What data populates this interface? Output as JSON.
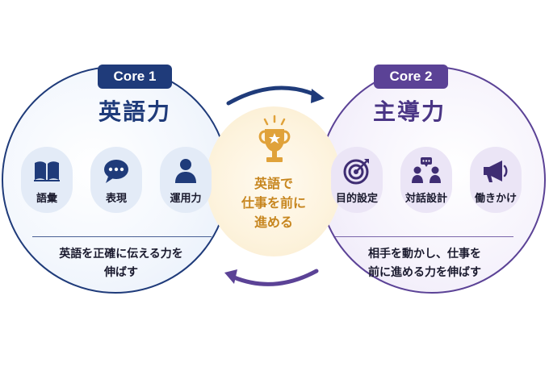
{
  "core1": {
    "badge": "Core 1",
    "title": "英語力",
    "skills": [
      {
        "label": "語彙",
        "icon": "book-icon"
      },
      {
        "label": "表現",
        "icon": "speech-bubble-icon"
      },
      {
        "label": "運用力",
        "icon": "person-icon"
      }
    ],
    "description_line1": "英語を正確に伝える力を",
    "description_line2": "伸ばす"
  },
  "core2": {
    "badge": "Core 2",
    "title": "主導力",
    "skills": [
      {
        "label": "目的設定",
        "icon": "target-icon"
      },
      {
        "label": "対話設計",
        "icon": "group-talk-icon"
      },
      {
        "label": "働きかけ",
        "icon": "megaphone-icon"
      }
    ],
    "description_line1": "相手を動かし、仕事を",
    "description_line2": "前に進める力を伸ばす"
  },
  "center": {
    "line1": "英語で",
    "line2": "仕事を前に",
    "line3": "進める",
    "icon": "trophy-icon"
  },
  "colors": {
    "core1": "#1f3b7a",
    "core2": "#5b4296",
    "center": "#c7861f"
  }
}
